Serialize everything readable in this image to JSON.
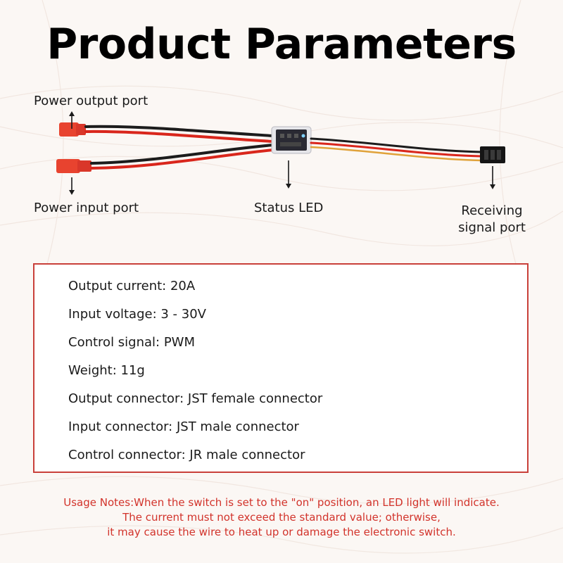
{
  "title": "Product Parameters",
  "callouts": {
    "power_output": "Power output port",
    "power_input": "Power input port",
    "status_led": "Status LED",
    "receiving_line1": "Receiving",
    "receiving_line2": "signal port"
  },
  "specs": [
    "Output current: 20A",
    "Input voltage: 3 - 30V",
    "Control signal: PWM",
    "Weight: 11g",
    "Output connector: JST female connector",
    "Input connector: JST male connector",
    "Control connector: JR male connector"
  ],
  "notes": {
    "line1": "Usage Notes:When the switch is set to the \"on\" position, an LED light will indicate.",
    "line2": "The current must not exceed the standard value; otherwise,",
    "line3": "it may cause the wire to heat up or damage the electronic switch."
  },
  "colors": {
    "accent_red": "#c9403a",
    "notes_red": "#d2332b",
    "connector_red": "#e8432f",
    "wire_red": "#d9261c",
    "wire_black": "#1c1c1c",
    "background": "#fbf7f4"
  },
  "icons": {
    "arrows": "down-arrow-icon / up-arrow-icon",
    "product": "electronic-switch-module"
  }
}
